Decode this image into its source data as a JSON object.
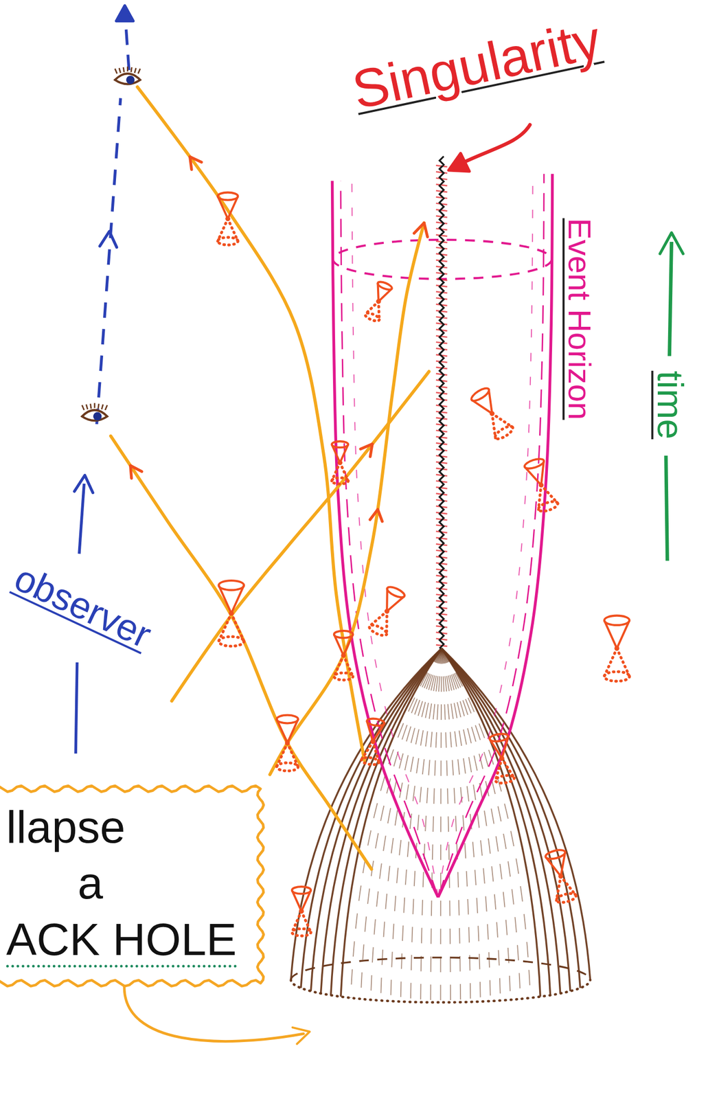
{
  "diagram": {
    "nodes": [
      {
        "text": [
          "llapse",
          "a",
          "ACK HOLE"
        ]
      }
    ],
    "labels": [
      "Singularity",
      "Event Horizon",
      "time",
      "observer"
    ]
  }
}
